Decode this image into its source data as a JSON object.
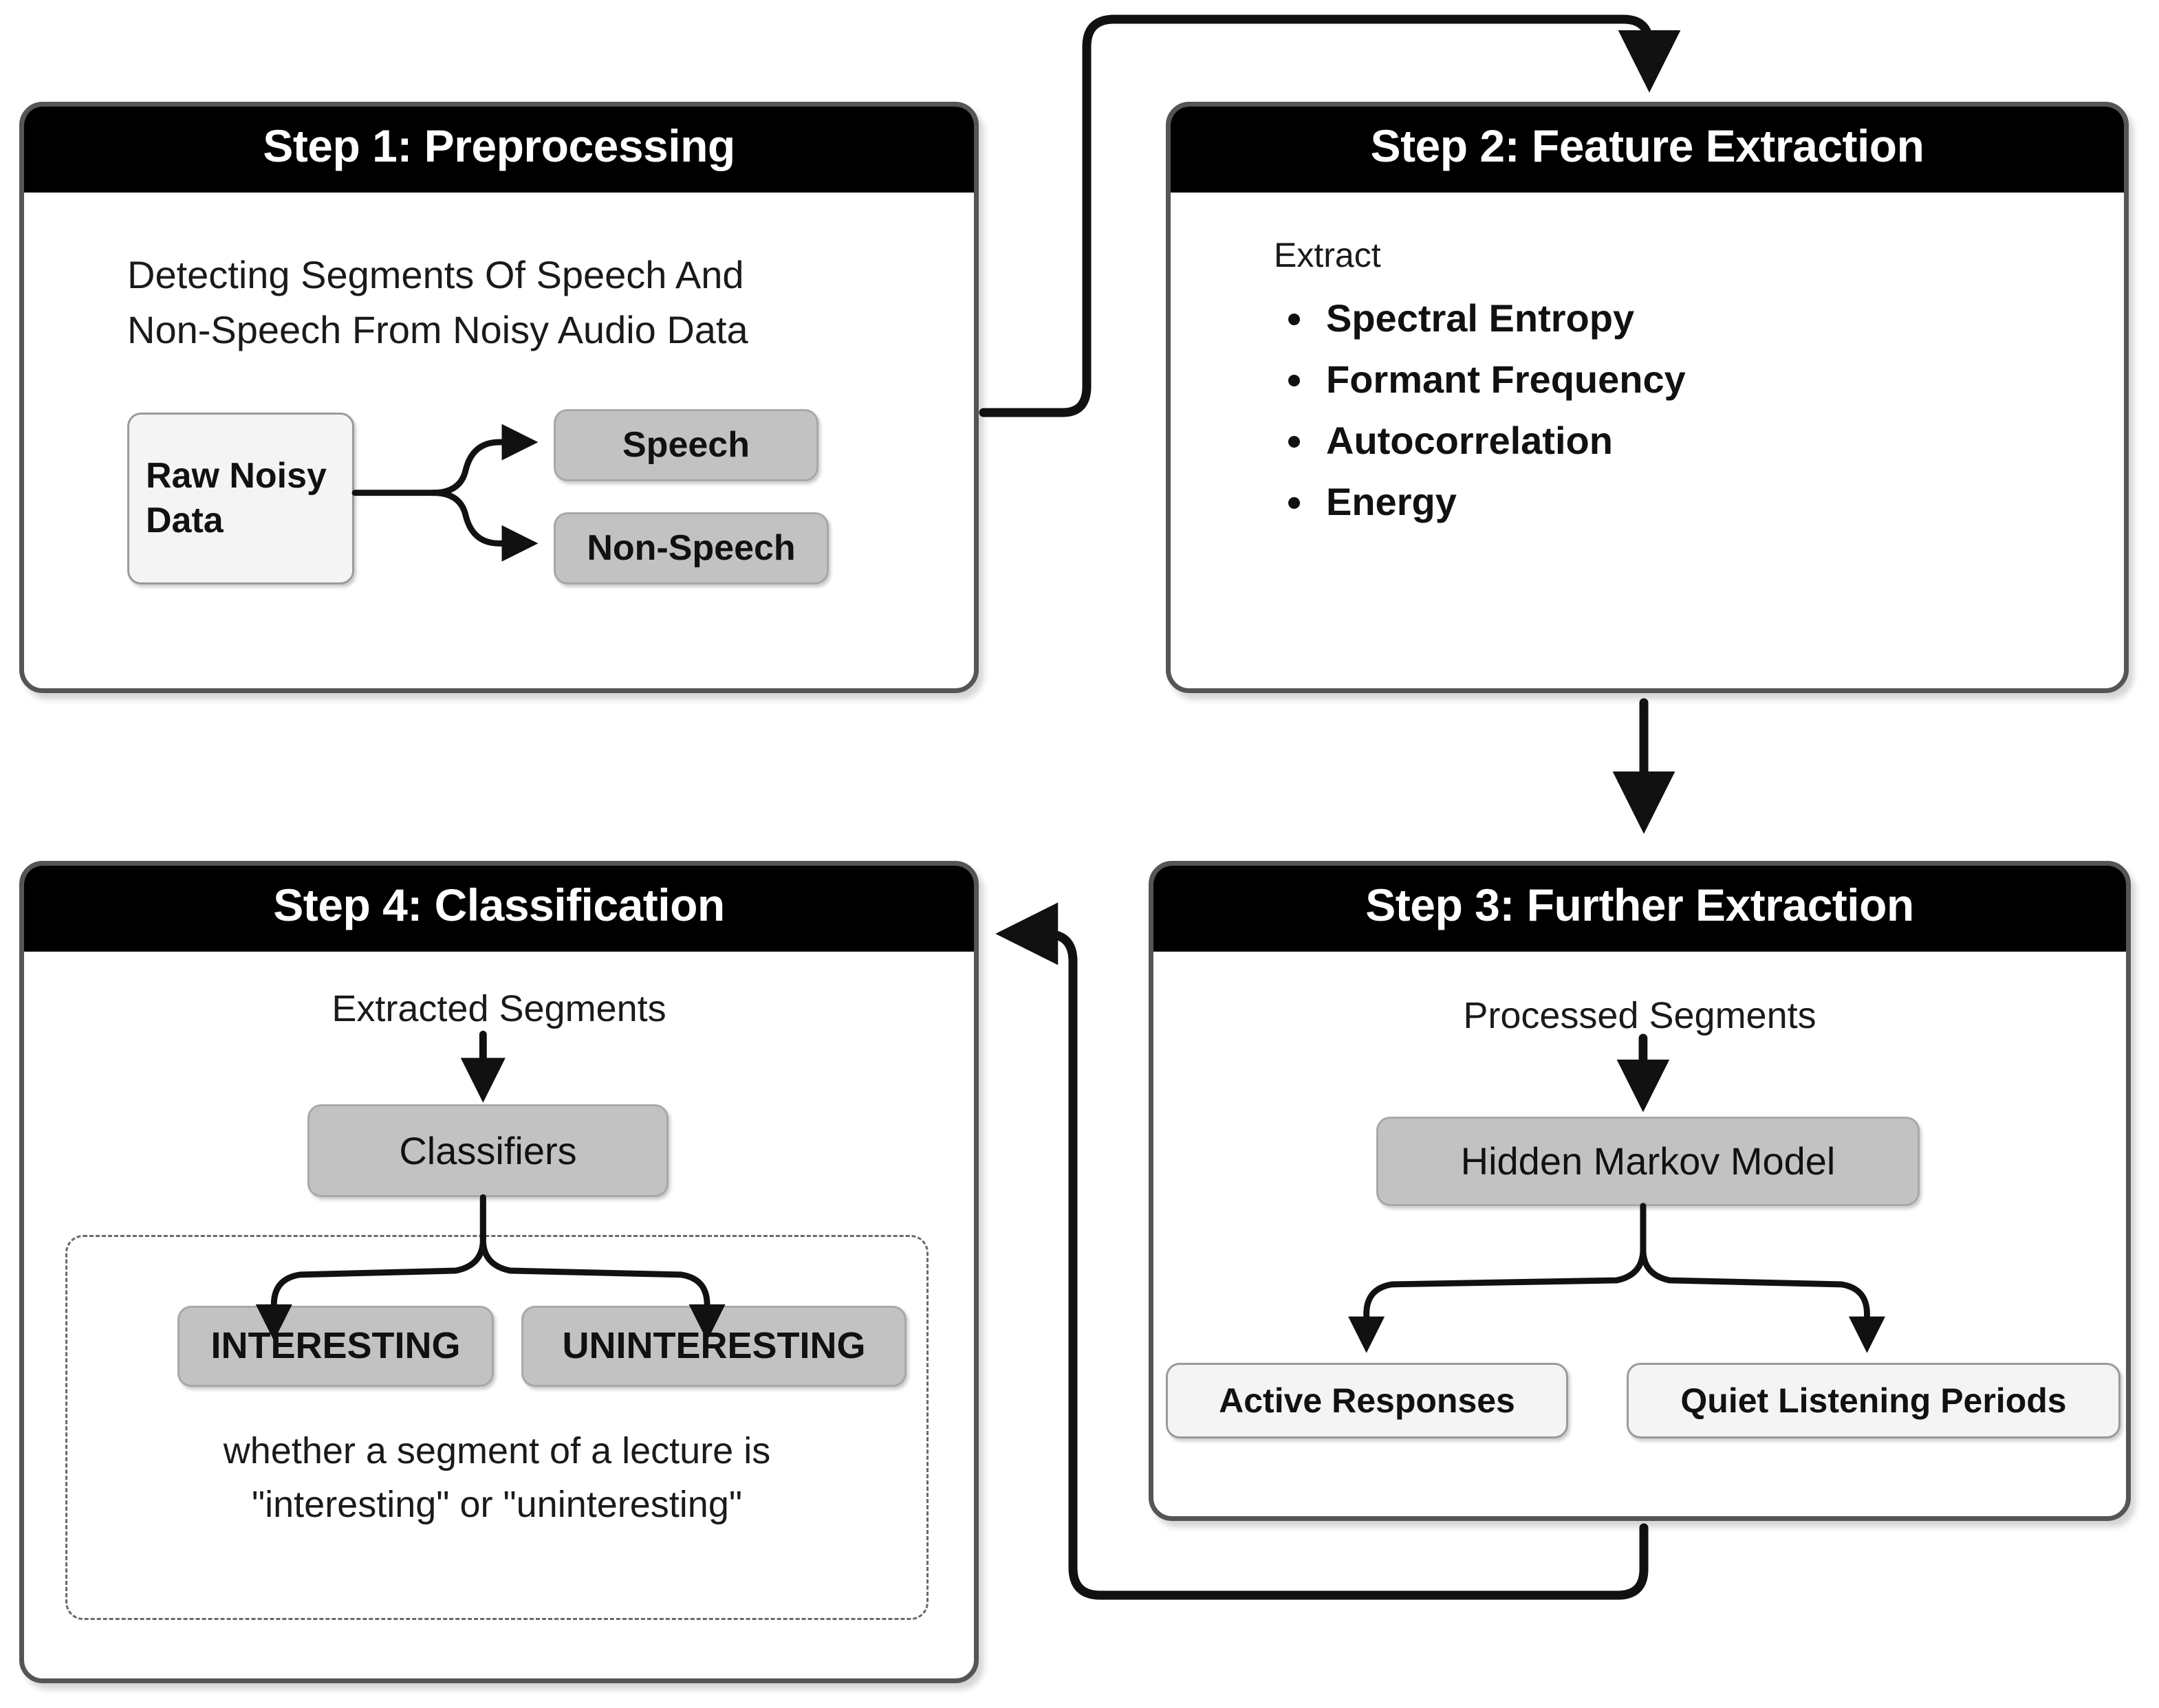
{
  "diagram": {
    "title": "Speech Segment Detection And Classification Pipeline",
    "colors": {
      "header_bg": "#000000",
      "header_text": "#ffffff",
      "panel_border": "#555555",
      "panel_bg": "#ffffff",
      "node_gray": "#c2c2c2",
      "node_light": "#f4f4f4",
      "connector": "#111111",
      "dashed_border": "#6a6a6a"
    },
    "steps": [
      {
        "id": "step1",
        "header": "Step 1: Preprocessing",
        "description_line1": "Detecting Segments Of Speech And",
        "description_line2": "Non-Speech From Noisy Audio Data",
        "source_line1": "Raw Noisy",
        "source_line2": "Data",
        "outputs": [
          "Speech",
          "Non-Speech"
        ]
      },
      {
        "id": "step2",
        "header": "Step 2: Feature Extraction",
        "lead": "Extract",
        "features": [
          "Spectral Entropy",
          "Formant Frequency",
          "Autocorrelation",
          "Energy"
        ]
      },
      {
        "id": "step3",
        "header": "Step 3: Further Extraction",
        "caption": "Processed Segments",
        "model": "Hidden Markov Model",
        "outputs": [
          "Active Responses",
          "Quiet Listening Periods"
        ]
      },
      {
        "id": "step4",
        "header": "Step 4: Classification",
        "caption": "Extracted Segments",
        "classifier": "Classifiers",
        "labels": [
          "INTERESTING",
          "UNINTERESTING"
        ],
        "note_line1": "whether a segment of a lecture is",
        "note_line2": "\"interesting\" or \"uninteresting\""
      }
    ],
    "flow": [
      {
        "from": "Step 1: Preprocessing",
        "to": "Step 2: Feature Extraction"
      },
      {
        "from": "Step 2: Feature Extraction",
        "to": "Step 3: Further Extraction"
      },
      {
        "from": "Step 3: Further Extraction",
        "to": "Step 4: Classification"
      }
    ]
  }
}
